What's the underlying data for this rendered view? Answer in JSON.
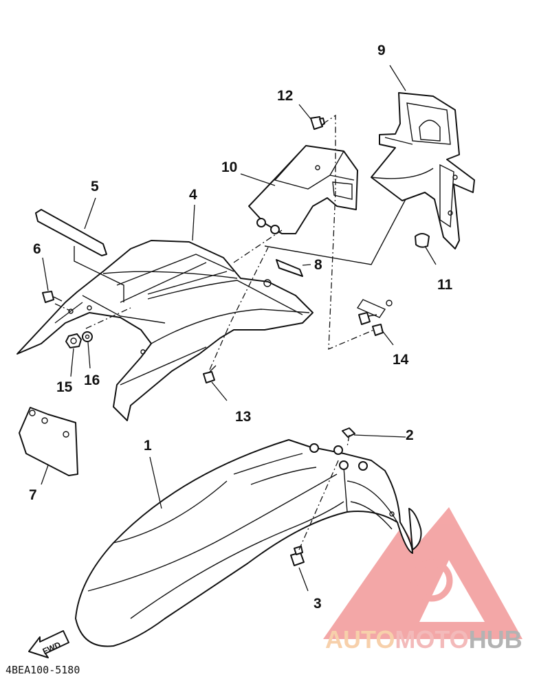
{
  "diagram": {
    "drawing_code": "4BEA100-5180",
    "fwd_label": "FWD",
    "watermark": {
      "part1": "AUTO",
      "part2": "MOTO",
      "part3": "HUB",
      "triangle_color": "#f08a8a"
    },
    "callouts": [
      "1",
      "2",
      "3",
      "4",
      "5",
      "6",
      "7",
      "8",
      "9",
      "10",
      "11",
      "12",
      "13",
      "14",
      "15",
      "16"
    ]
  }
}
